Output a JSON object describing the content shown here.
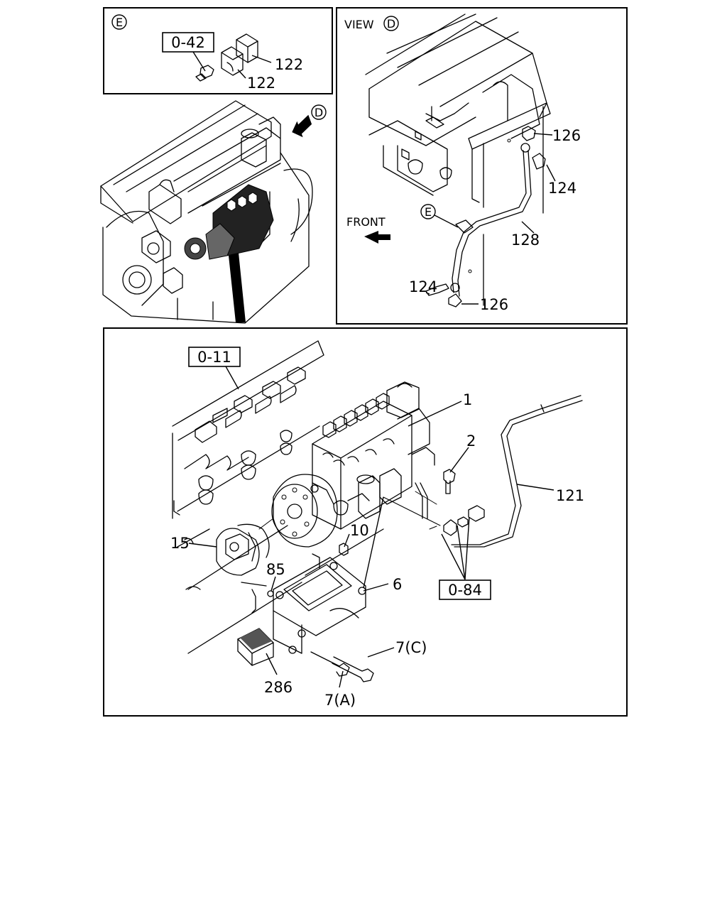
{
  "views": {
    "detail_e_letter": "E",
    "view_d_word": "VIEW",
    "view_d_letter": "D",
    "arrow_d_letter": "D",
    "front_label": "FRONT",
    "callout_e_letter": "E"
  },
  "ref_boxes": {
    "r042": "0-42",
    "r011": "0-11",
    "r084": "0-84"
  },
  "callouts": {
    "p122a": "122",
    "p122b": "122",
    "p126a": "126",
    "p124a": "124",
    "p128": "128",
    "p124b": "124",
    "p126b": "126",
    "p1": "1",
    "p2": "2",
    "p121": "121",
    "p10": "10",
    "p15": "15",
    "p85": "85",
    "p6": "6",
    "p7c": "7(C)",
    "p286": "286",
    "p7a": "7(A)"
  }
}
